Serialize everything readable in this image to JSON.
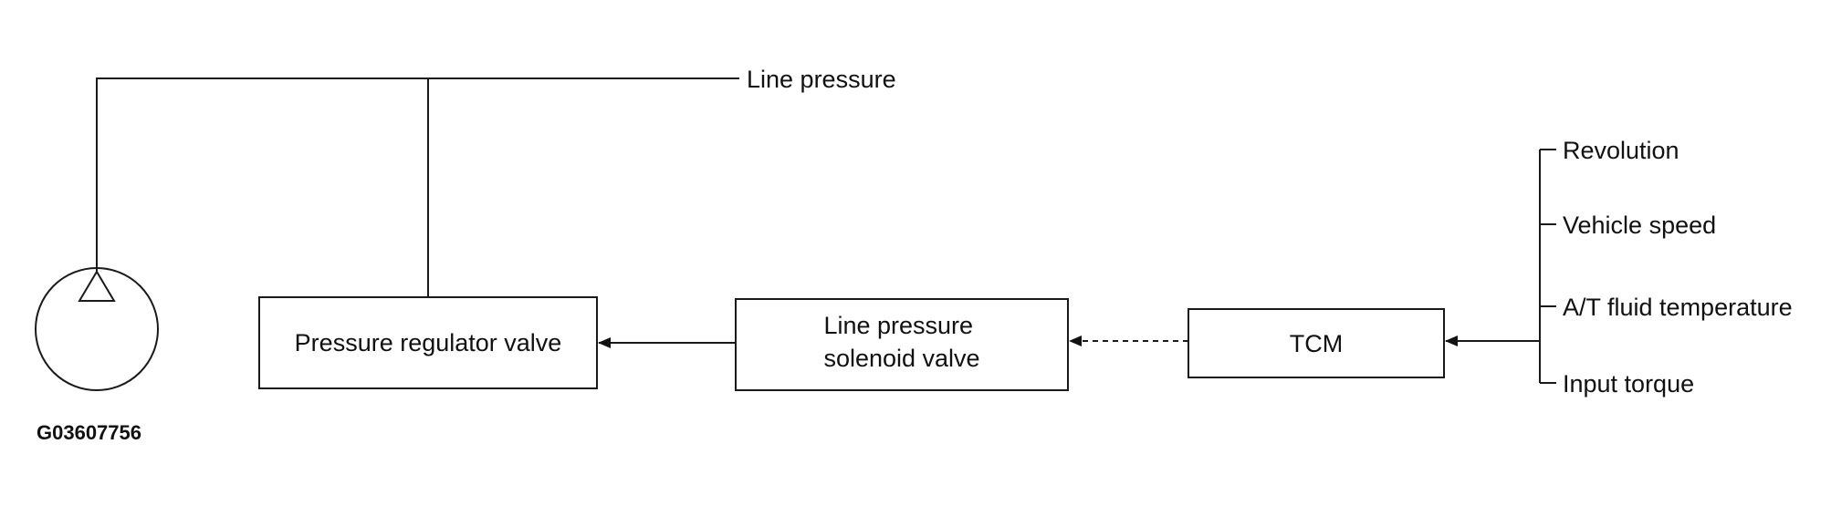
{
  "labels": {
    "line_pressure": "Line pressure",
    "figure_code": "G03607756"
  },
  "blocks": {
    "pressure_regulator_valve": "Pressure regulator valve",
    "line_pressure_solenoid_valve": [
      "Line pressure",
      "solenoid valve"
    ],
    "tcm": "TCM"
  },
  "inputs": [
    "Revolution",
    "Vehicle speed",
    "A/T fluid temperature",
    "Input torque"
  ]
}
